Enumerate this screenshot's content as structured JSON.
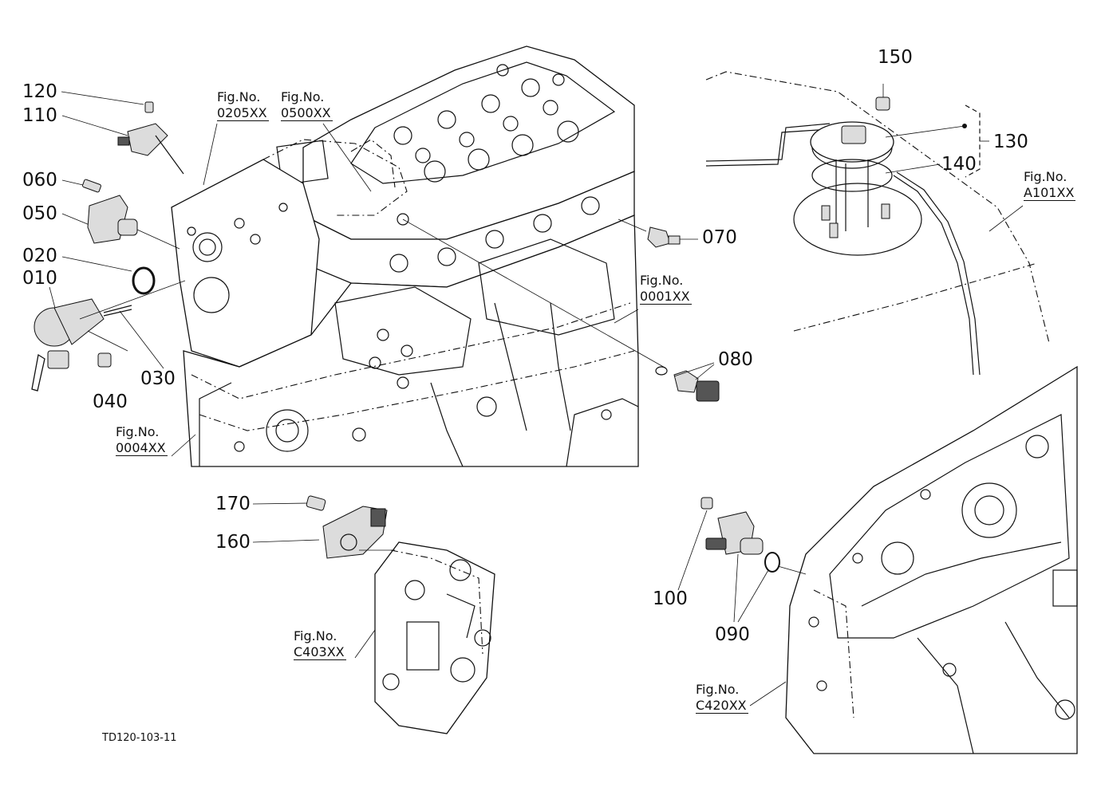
{
  "callouts": {
    "c010": "010",
    "c020": "020",
    "c030": "030",
    "c040": "040",
    "c050": "050",
    "c060": "060",
    "c070": "070",
    "c080": "080",
    "c090": "090",
    "c100": "100",
    "c110": "110",
    "c120": "120",
    "c130": "130",
    "c140": "140",
    "c150": "150",
    "c160": "160",
    "c170": "170"
  },
  "figure_refs": {
    "f0205": {
      "label": "Fig.No.",
      "code": "0205XX"
    },
    "f0500": {
      "label": "Fig.No.",
      "code": "0500XX"
    },
    "f0001": {
      "label": "Fig.No.",
      "code": "0001XX"
    },
    "f0004": {
      "label": "Fig.No.",
      "code": "0004XX"
    },
    "fA101": {
      "label": "Fig.No.",
      "code": "A101XX"
    },
    "fC403": {
      "label": "Fig.No.",
      "code": "C403XX"
    },
    "fC420": {
      "label": "Fig.No.",
      "code": "C420XX"
    }
  },
  "document_id": "TD120-103-11"
}
